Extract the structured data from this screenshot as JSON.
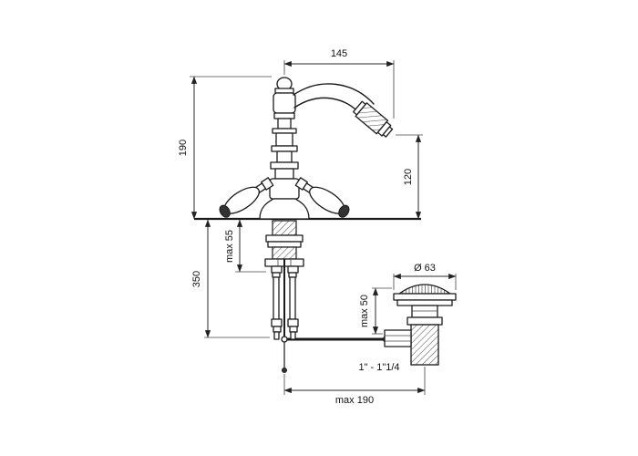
{
  "dimensions": {
    "spout_reach": "145",
    "total_height": "190",
    "outlet_height": "120",
    "max_deck_thickness": "max 55",
    "under_deck_height": "350",
    "drain_diameter": "Ø 63",
    "drain_max_thickness": "max 50",
    "thread_size": "1\" - 1\"1/4",
    "popup_rod_reach": "max 190"
  }
}
